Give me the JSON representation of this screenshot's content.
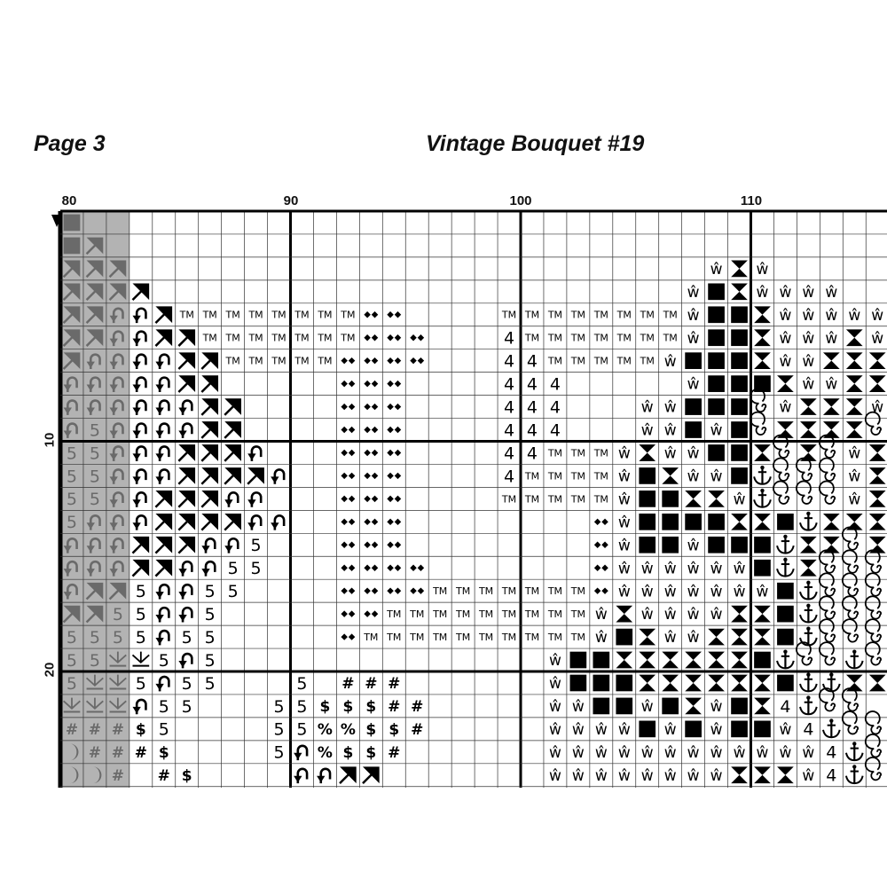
{
  "page_label": "Page 3",
  "pattern_title": "Vintage Bouquet #19",
  "column_numbers": [
    "80",
    "90",
    "100",
    "110"
  ],
  "row_numbers": [
    "10",
    "20"
  ],
  "colors": {
    "grid_line": "#333333",
    "major_line": "#000000",
    "shaded": "#b3b3b3",
    "symbol": "#000000",
    "shaded_symbol": "#6a6a6a"
  },
  "symbol_legend": {
    "S": "black-square",
    "A": "diagonal-arrow",
    "U": "curled-arrow",
    "T": "TM",
    "D": "diamonds",
    "4": "4",
    "5": "5",
    "W": "w-hat",
    "X": "hourglass",
    "P": "spiral",
    "K": "anchor",
    "L": "grass",
    "H": "#",
    "$": "$",
    "%": "%",
    "C": "crescent"
  },
  "pattern_rows": [
    "S.......................................................",
    "SA......................................................",
    "AAA.........................WXW.........................",
    "AAAA.......................WSXWWWW......................",
    "AAUUATTTTTTTTDD....TTTTTTTTWSSXWWWWW....................",
    "AAUUAATTTTTTTDDD...4TTTTTTTWSSXWWWXWX...................",
    "AUUUUAATTTTTDDDD...44TTTTTWSSSXWWXXXW...................",
    "UUUUUAA.....DDD....444.....WSSSXWWXXXW..................",
    "UUUUUUAA....DDD....444...WWSSSPWXXXWX...................",
    "U5UUUUAA....DDD....444...WWSWSPXXXXPX...................",
    "55UUUAAAU...DDD....44TTTWXWWSSXPXPWX....................",
    "55UUUAAAAU..DDD....4TTTTWSXWWSKPPPWXX...................",
    "55UUAAAUU...DDD....TTTTTWSSXXWKPPPWXX...................",
    "5UUUAAAAUU..DDD........DWSSSSXXSKXXXXX..................",
    "UUUAAAUU5...DDD........DWSSWSSSKXXPXX...................",
    "UUUAAUU55...DDDD.......DWWWWWWSKXPPPP...................",
    "UAA5UU55....DDDDTTTTTTTDWWWWWWWSKPPPP...................",
    "AA55UU5.....DDTTTTTTTTTWXWWWWXXSKPPPP...................",
    "5555U55.....DTTTTTTTTTTWSXWWXXXSKPPPP...................",
    "55LL5U5..............WSSXXXXXXSKPPKP....................",
    "5LL5U55...5.HHH......WSSSXXXXXXSKKXXX...................",
    "LLLU55...55$$$HH.....WWSSWSXWSX4KPP.....................",
    "HHH$5....55%%$$H.....WWWWSWSWSSW4KPP....................",
    "CHHH$....5U%$$H......WWWWWWWWWWWW4KP....................",
    "CCH H$....UUAA.......WWWWWWWWXXXW4KP...................."
  ]
}
